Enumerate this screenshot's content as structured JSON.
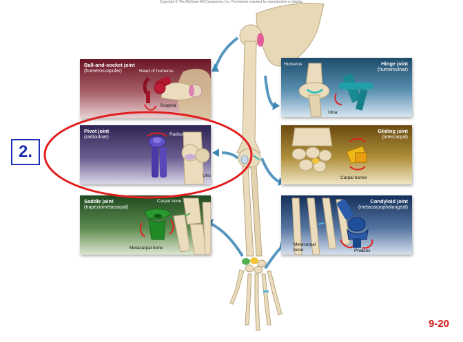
{
  "copyright": "Copyright © The McGraw-Hill Companies, Inc. Permission required for reproduction or display.",
  "panels": {
    "ball_socket": {
      "title": "Ball-and-socket joint",
      "subtitle": "(humeroscapular)",
      "labels": [
        "Head of humerus",
        "Scapula"
      ]
    },
    "hinge": {
      "title": "Hinge joint",
      "subtitle": "(humeroulnar)",
      "labels": [
        "Humerus",
        "Ulna"
      ]
    },
    "pivot": {
      "title": "Pivot joint",
      "subtitle": "(radioulnar)",
      "labels": [
        "Radius",
        "Ulna"
      ]
    },
    "gliding": {
      "title": "Gliding joint",
      "subtitle": "(intercarpal)",
      "labels": [
        "Carpal bones"
      ]
    },
    "saddle": {
      "title": "Saddle joint",
      "subtitle": "(trapeziometacarpal)",
      "labels": [
        "Carpal bone",
        "Metacarpal bone"
      ]
    },
    "condyloid": {
      "title": "Condyloid joint",
      "subtitle": "(metacarpophalangeal)",
      "labels": [
        "Metacarpal bone",
        "Phalanx"
      ]
    }
  },
  "annotation": {
    "number": "2."
  },
  "slide_number": "9-20",
  "colors": {
    "highlight_ellipse": "#e02020",
    "number_box": "#1c2fb5",
    "slide_number": "#d41c1c"
  }
}
